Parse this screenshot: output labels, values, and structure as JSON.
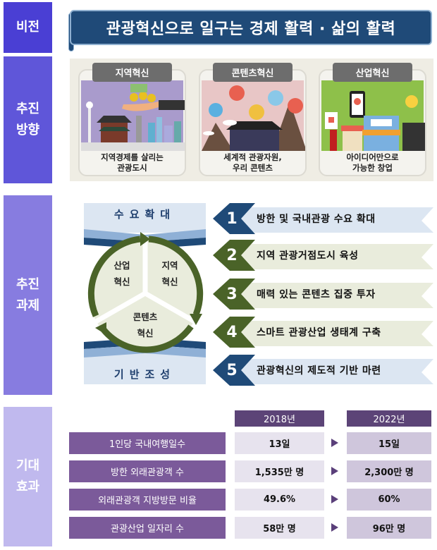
{
  "sections": {
    "vision": "비전",
    "direction": [
      "추진",
      "방향"
    ],
    "tasks": [
      "추진",
      "과제"
    ],
    "effects": [
      "기대",
      "효과"
    ]
  },
  "vision_banner": "관광혁신으로 일구는 경제 활력 · 삶의 활력",
  "directions": [
    {
      "title": "지역혁신",
      "caption": [
        "지역경제를 살리는",
        "관광도시"
      ]
    },
    {
      "title": "콘텐츠혁신",
      "caption": [
        "세계적 관광자원,",
        "우리 콘텐츠"
      ]
    },
    {
      "title": "산업혁신",
      "caption": [
        "아이디어만으로",
        "가능한 창업"
      ]
    }
  ],
  "cycle": {
    "top": "수요확대",
    "bottom": "기반조성",
    "segments": [
      {
        "line1": "산업",
        "line2": "혁신"
      },
      {
        "line1": "지역",
        "line2": "혁신"
      },
      {
        "line1": "콘텐츠",
        "line2": "혁신"
      }
    ]
  },
  "task_items": [
    {
      "num": "1",
      "text": "방한 및 국내관광 수요 확대"
    },
    {
      "num": "2",
      "text": "지역 관광거점도시 육성"
    },
    {
      "num": "3",
      "text": "매력 있는 콘텐츠 집중 투자"
    },
    {
      "num": "4",
      "text": "스마트 관광산업 생태계 구축"
    },
    {
      "num": "5",
      "text": "관광혁신의 제도적 기반 마련"
    }
  ],
  "effects_table": {
    "headers": [
      "2018년",
      "2022년"
    ],
    "rows": [
      {
        "label": "1인당 국내여행일수",
        "y2018": "13일",
        "y2022": "15일"
      },
      {
        "label": "방한 외래관광객 수",
        "y2018": "1,535만 명",
        "y2022": "2,300만 명"
      },
      {
        "label": "외래관광객 지방방문 비율",
        "y2018": "49.6%",
        "y2022": "60%"
      },
      {
        "label": "관광산업 일자리 수",
        "y2018": "58만 명",
        "y2022": "96만 명"
      }
    ]
  },
  "colors": {
    "blue_task": "#1f4a78",
    "green_task": "#4a6328",
    "vision": "#4a3fd4",
    "table_label": "#7b5a9a"
  }
}
